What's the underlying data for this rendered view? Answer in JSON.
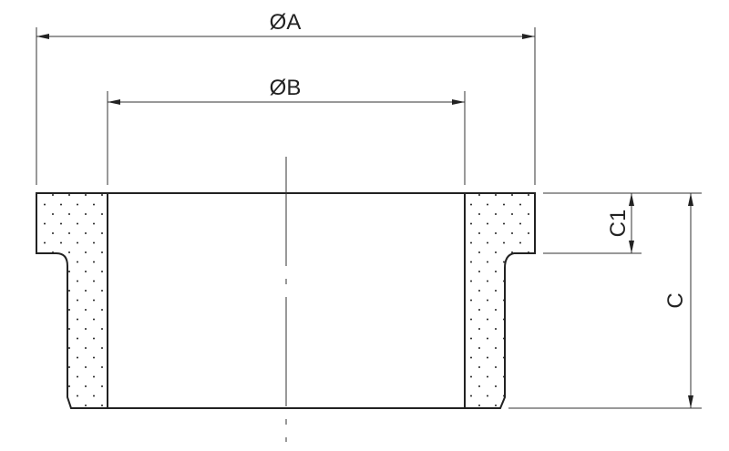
{
  "drawing": {
    "dimension_labels": {
      "outer_diameter": "ØA",
      "inner_diameter": "ØB",
      "flange_height": "C1",
      "total_height": "C"
    },
    "line_color": "#222222",
    "section_fill": "dotted"
  }
}
